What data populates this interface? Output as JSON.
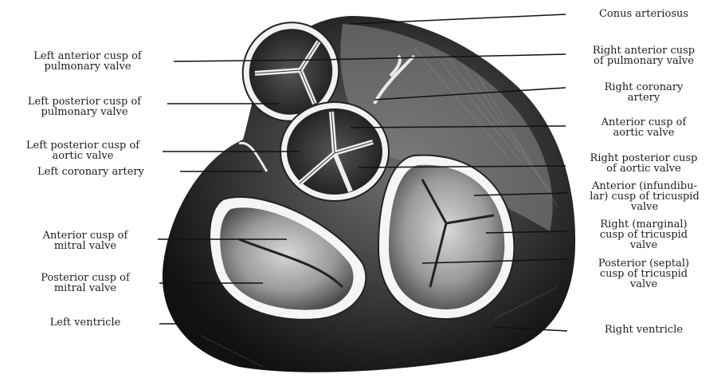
{
  "figure": {
    "left_labels": [
      {
        "key": "lac_pulm",
        "text": "Left anterior cusp of\npulmonary valve"
      },
      {
        "key": "lpc_pulm",
        "text": "Left posterior cusp of\npulmonary valve"
      },
      {
        "key": "lpc_aortic",
        "text": "Left posterior cusp of\naortic valve"
      },
      {
        "key": "left_coronary",
        "text": "Left coronary artery"
      },
      {
        "key": "ant_mitral",
        "text": "Anterior cusp of\nmitral valve"
      },
      {
        "key": "post_mitral",
        "text": "Posterior cusp of\nmitral valve"
      },
      {
        "key": "left_ventricle",
        "text": "Left ventricle"
      }
    ],
    "right_labels": [
      {
        "key": "conus",
        "text": "Conus arteriosus"
      },
      {
        "key": "rac_pulm",
        "text": "Right anterior cusp\nof pulmonary valve"
      },
      {
        "key": "right_coronary",
        "text": "Right coronary\nartery"
      },
      {
        "key": "ant_aortic",
        "text": "Anterior cusp of\naortic valve"
      },
      {
        "key": "rpc_aortic",
        "text": "Right posterior cusp\nof aortic valve"
      },
      {
        "key": "ant_tricuspid",
        "text": "Anterior (infundibu-\nlar) cusp of tricuspid\nvalve"
      },
      {
        "key": "right_tricuspid",
        "text": "Right (marginal)\ncusp of tricuspid\nvalve"
      },
      {
        "key": "post_tricuspid",
        "text": "Posterior (septal)\ncusp of tricuspid\nvalve"
      },
      {
        "key": "right_ventricle",
        "text": "Right ventricle"
      }
    ]
  }
}
